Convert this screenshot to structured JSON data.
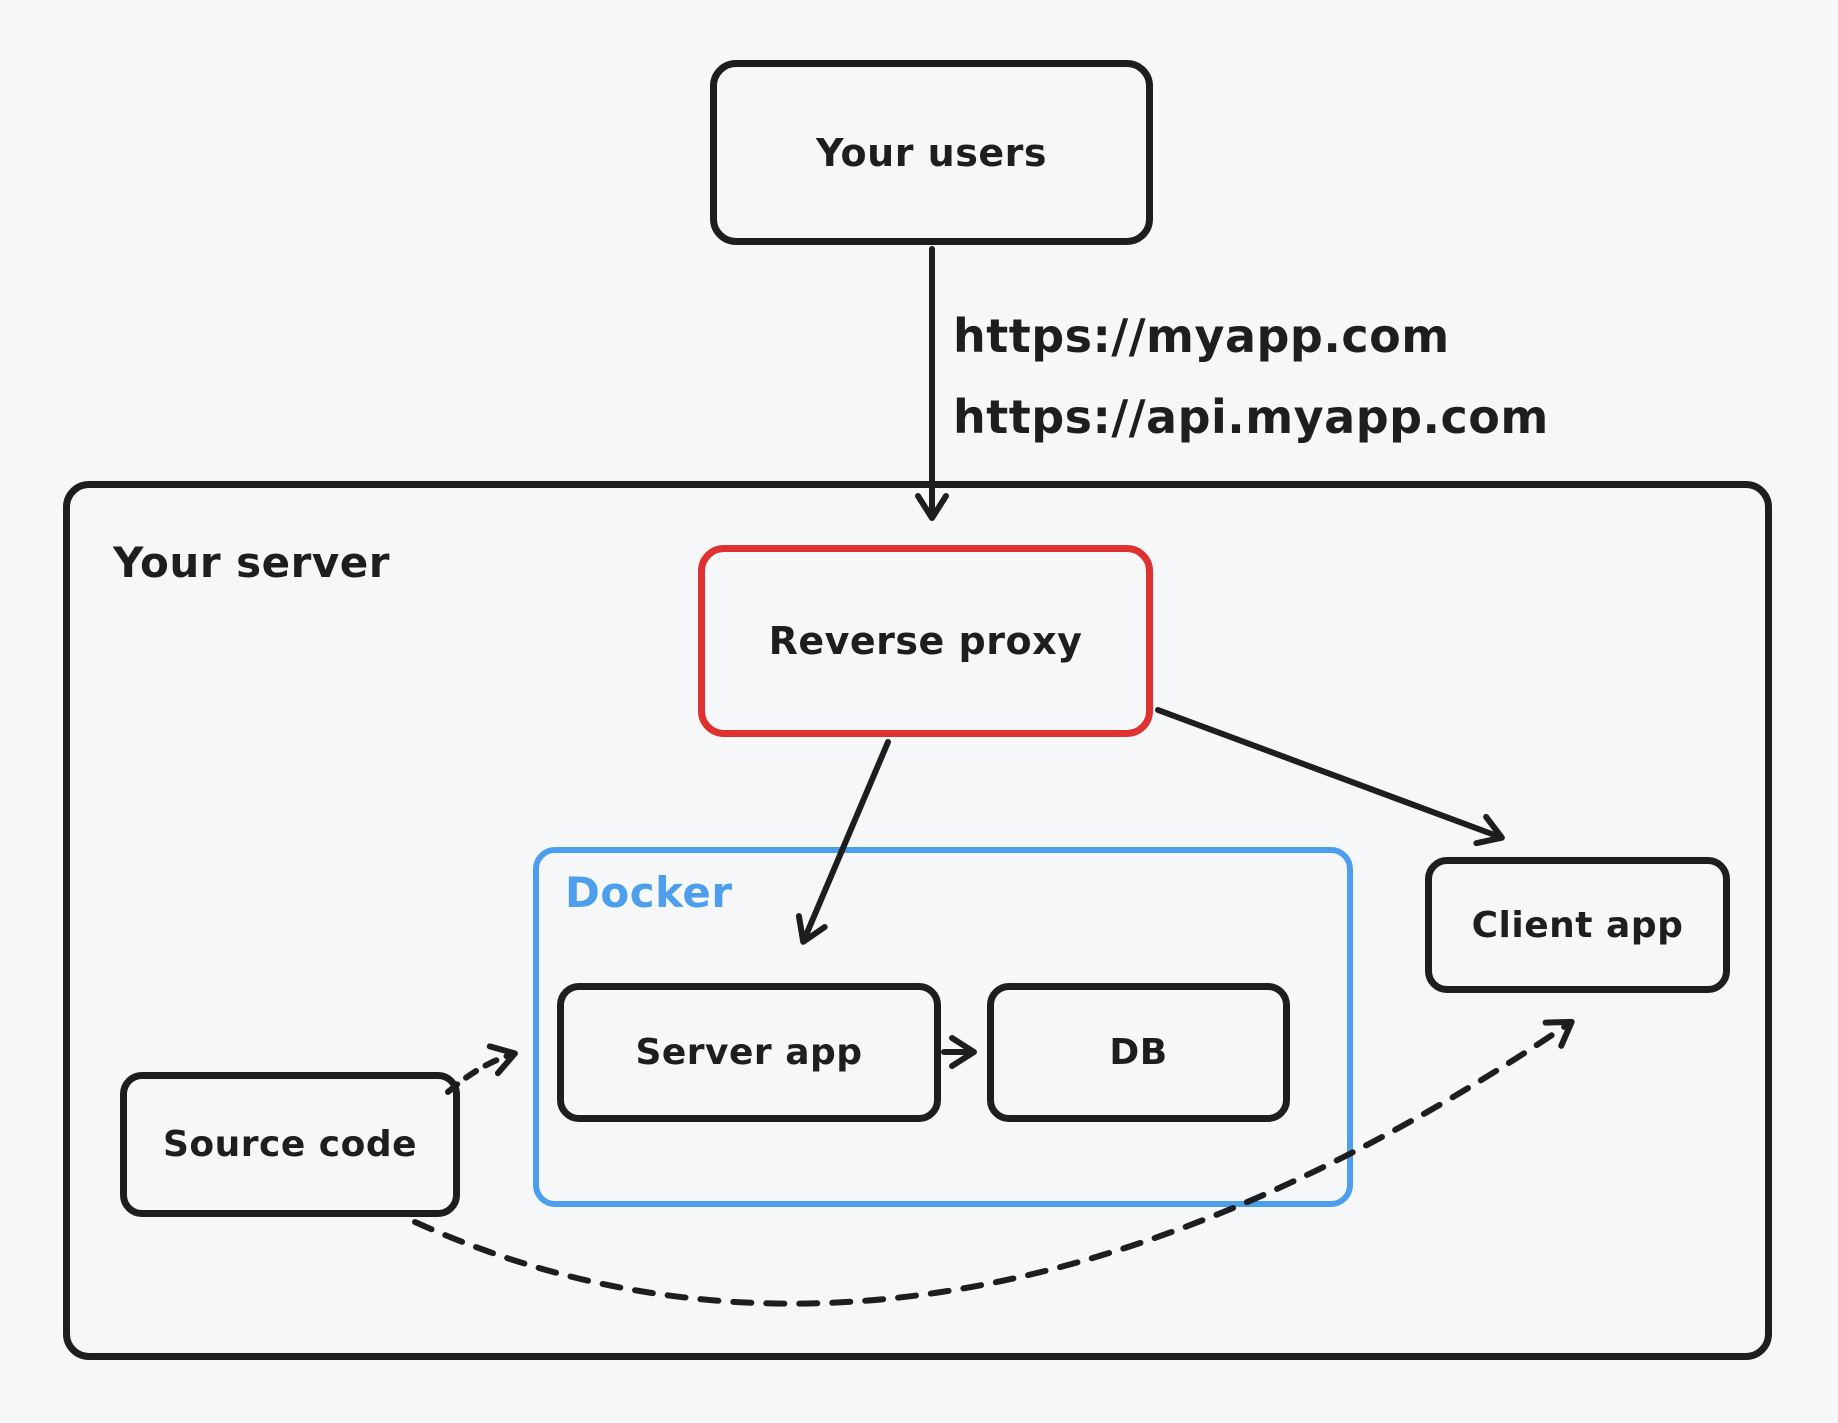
{
  "title": "Server architecture diagram",
  "colors": {
    "stroke": "#1e1e1e",
    "red": "#e03131",
    "blue": "#4d9eed",
    "background": "#f6f7f9"
  },
  "nodes": {
    "users": {
      "label": "Your users"
    },
    "server": {
      "label": "Your server"
    },
    "reverse_proxy": {
      "label": "Reverse proxy"
    },
    "docker": {
      "label": "Docker"
    },
    "server_app": {
      "label": "Server app"
    },
    "db": {
      "label": "DB"
    },
    "client_app": {
      "label": "Client app"
    },
    "source_code": {
      "label": "Source code"
    }
  },
  "edges": {
    "users_to_proxy": {
      "labels": [
        "https://myapp.com",
        "https://api.myapp.com"
      ],
      "style": "solid"
    },
    "proxy_to_server_app": {
      "style": "solid"
    },
    "proxy_to_client_app": {
      "style": "solid"
    },
    "server_app_to_db": {
      "style": "solid"
    },
    "source_to_server_app": {
      "style": "dashed"
    },
    "source_to_client_app": {
      "style": "dashed"
    }
  }
}
